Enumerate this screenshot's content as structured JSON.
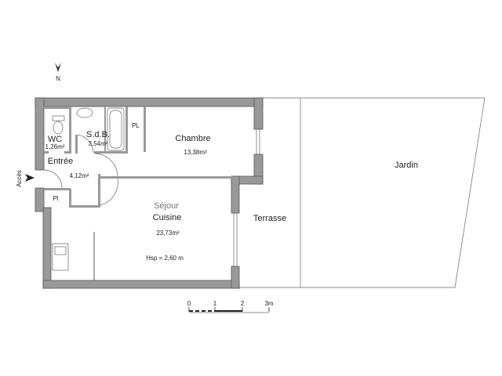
{
  "compass": {
    "label": "N"
  },
  "access": {
    "label": "Accès"
  },
  "rooms": {
    "wc": {
      "name": "WC",
      "area": "1,26m²"
    },
    "sdb": {
      "name": "S.d.B.",
      "area": "3,54m²"
    },
    "entree": {
      "name": "Entrée",
      "area": "4,12m²"
    },
    "pl_hall": {
      "name": "Pl"
    },
    "pl_bath": {
      "name": "PL"
    },
    "chambre": {
      "name": "Chambre",
      "area": "13,38m²"
    },
    "sejour": {
      "name": "Séjour",
      "name2": "Cuisine",
      "area": "23,73m²",
      "height": "Hsp = 2,60 m"
    },
    "terrasse": {
      "name": "Terrasse"
    },
    "jardin": {
      "name": "Jardin"
    }
  },
  "scale_bar": {
    "ticks": [
      "0",
      "1",
      "2",
      "3m"
    ]
  },
  "colors": {
    "wall": "#999999",
    "line": "#555555"
  }
}
